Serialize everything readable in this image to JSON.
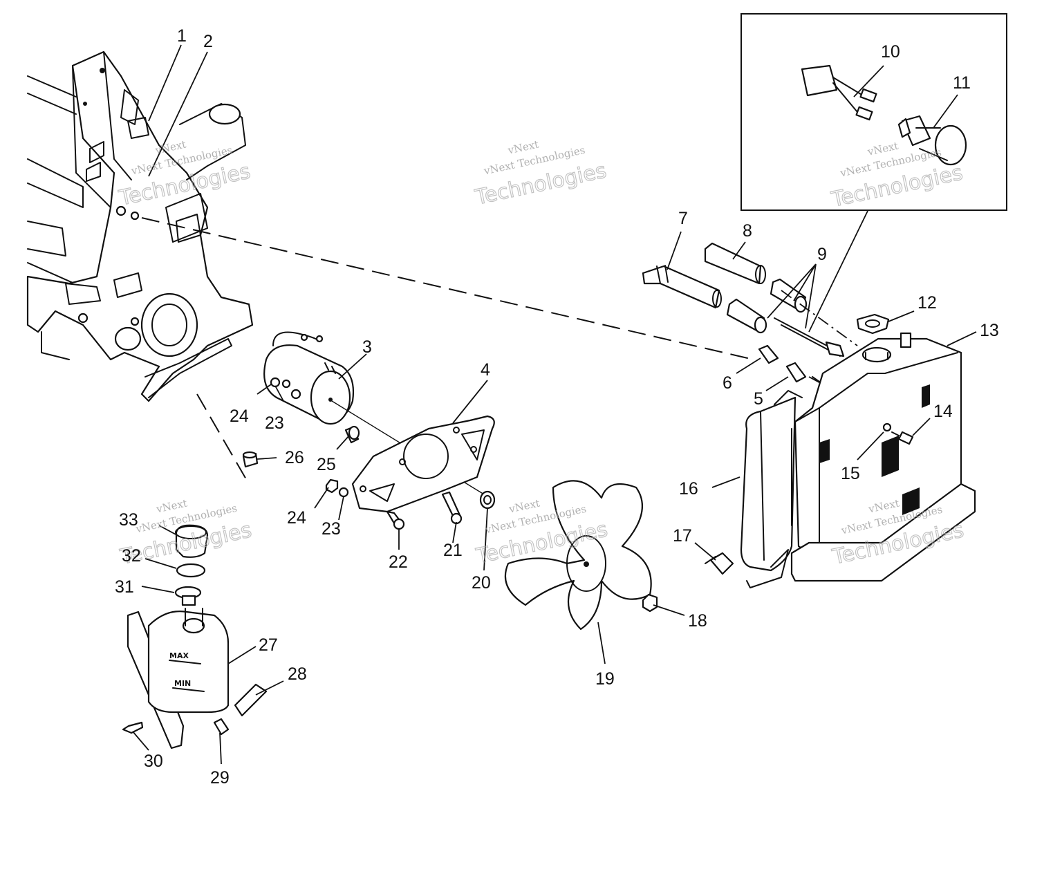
{
  "watermark": {
    "line1": "vNext",
    "line2": "vNext Technologies",
    "line3": "Technologies"
  },
  "tank_labels": {
    "max": "MAX",
    "min": "MIN"
  },
  "callouts": [
    {
      "id": "1",
      "text": "1"
    },
    {
      "id": "2",
      "text": "2"
    },
    {
      "id": "3",
      "text": "3"
    },
    {
      "id": "4",
      "text": "4"
    },
    {
      "id": "5",
      "text": "5"
    },
    {
      "id": "6",
      "text": "6"
    },
    {
      "id": "7",
      "text": "7"
    },
    {
      "id": "8",
      "text": "8"
    },
    {
      "id": "9",
      "text": "9"
    },
    {
      "id": "10",
      "text": "10"
    },
    {
      "id": "11",
      "text": "11"
    },
    {
      "id": "12",
      "text": "12"
    },
    {
      "id": "13",
      "text": "13"
    },
    {
      "id": "14",
      "text": "14"
    },
    {
      "id": "15",
      "text": "15"
    },
    {
      "id": "16",
      "text": "16"
    },
    {
      "id": "17",
      "text": "17"
    },
    {
      "id": "18",
      "text": "18"
    },
    {
      "id": "19",
      "text": "19"
    },
    {
      "id": "20",
      "text": "20"
    },
    {
      "id": "21",
      "text": "21"
    },
    {
      "id": "22",
      "text": "22"
    },
    {
      "id": "23a",
      "text": "23"
    },
    {
      "id": "23b",
      "text": "23"
    },
    {
      "id": "24a",
      "text": "24"
    },
    {
      "id": "24b",
      "text": "24"
    },
    {
      "id": "25",
      "text": "25"
    },
    {
      "id": "26",
      "text": "26"
    },
    {
      "id": "27",
      "text": "27"
    },
    {
      "id": "28",
      "text": "28"
    },
    {
      "id": "29",
      "text": "29"
    },
    {
      "id": "30",
      "text": "30"
    },
    {
      "id": "31",
      "text": "31"
    },
    {
      "id": "32",
      "text": "32"
    },
    {
      "id": "33",
      "text": "33"
    }
  ]
}
